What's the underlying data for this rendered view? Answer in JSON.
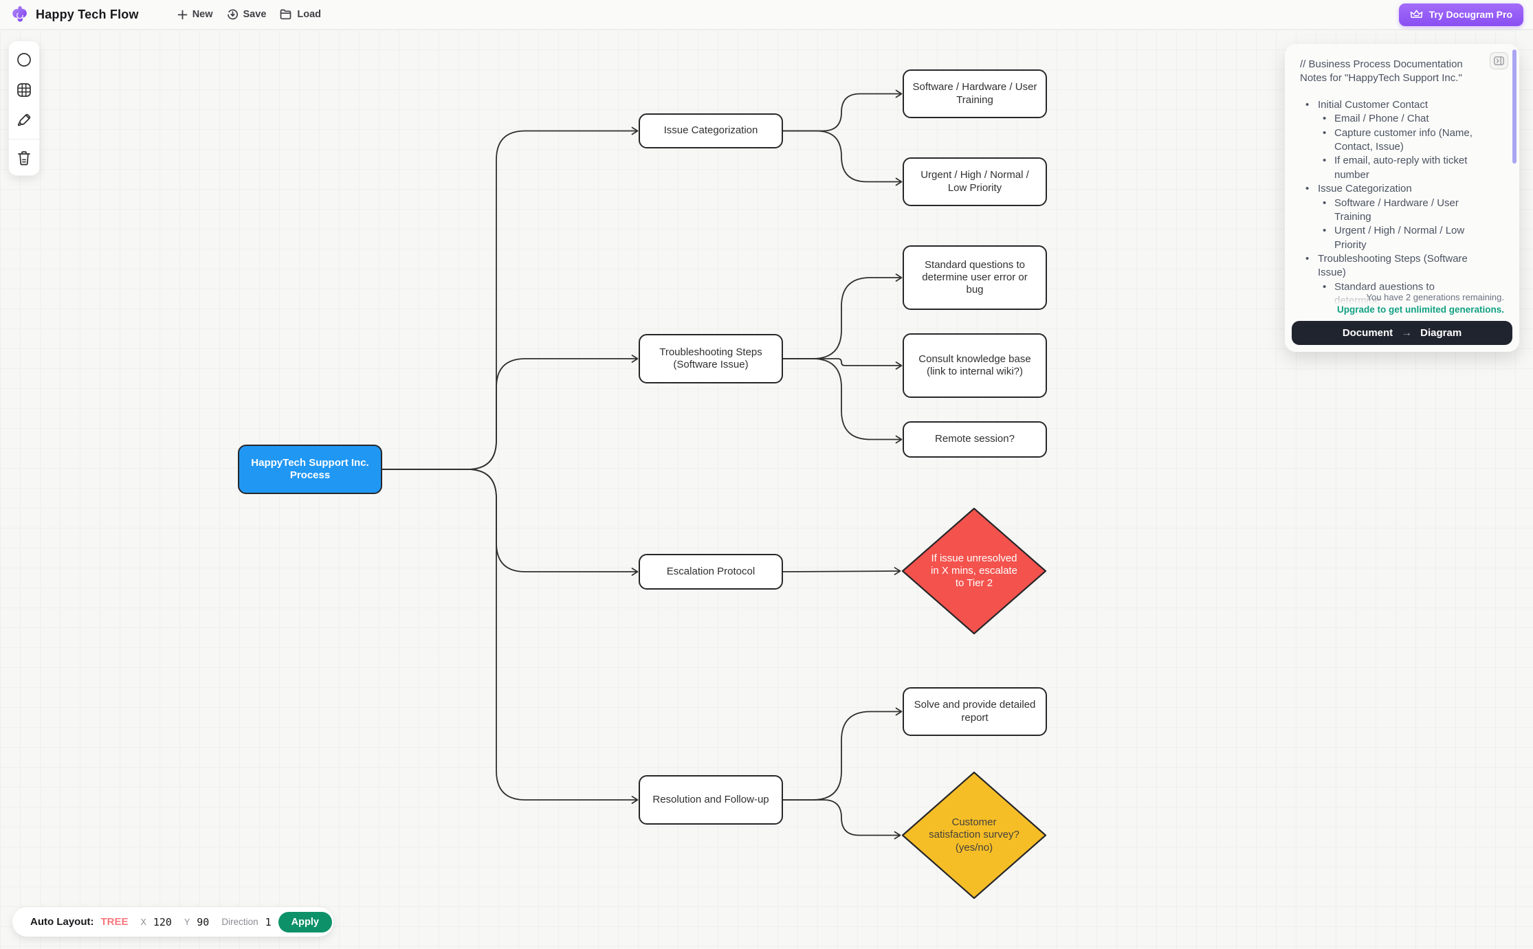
{
  "colors": {
    "accent_purple": "#8A4EF2",
    "node_blue": "#2097F3",
    "node_red": "#F4524D",
    "node_yellow": "#F6BE26",
    "node_border": "#27272a",
    "edge": "#2f2f2f",
    "apply_green": "#0D9168",
    "upgrade_green": "#12A182",
    "tree_pink": "#F9777F",
    "scrollbar_purple": "#ABA5F1"
  },
  "header": {
    "title": "Happy Tech Flow",
    "buttons": [
      {
        "label": "New",
        "icon": "plus-icon"
      },
      {
        "label": "Save",
        "icon": "save-icon"
      },
      {
        "label": "Load",
        "icon": "folder-icon"
      }
    ],
    "pro_button": {
      "label": "Try Docugram Pro",
      "icon": "crown-icon"
    }
  },
  "toolbar": {
    "tools": [
      {
        "name": "circle-tool",
        "icon": "circle-icon"
      },
      {
        "name": "grid-tool",
        "icon": "grid-icon"
      },
      {
        "name": "brush-tool",
        "icon": "brush-icon"
      },
      {
        "name": "delete-tool",
        "icon": "trash-icon"
      }
    ]
  },
  "flow": {
    "nodes": [
      {
        "id": "root",
        "label": "HappyTech Support Inc. Process",
        "shape": "rect",
        "fill": "#2097F3",
        "text": "#ffffff",
        "bold": true
      },
      {
        "id": "issue",
        "label": "Issue Categorization",
        "shape": "rect",
        "fill": "#ffffff",
        "text": "#303030"
      },
      {
        "id": "software",
        "label": "Software / Hardware / User Training",
        "shape": "rect",
        "fill": "#ffffff",
        "text": "#303030"
      },
      {
        "id": "urgent",
        "label": "Urgent / High / Normal / Low Priority",
        "shape": "rect",
        "fill": "#ffffff",
        "text": "#303030"
      },
      {
        "id": "troub",
        "label": "Troubleshooting Steps (Software Issue)",
        "shape": "rect",
        "fill": "#ffffff",
        "text": "#303030"
      },
      {
        "id": "standard",
        "label": "Standard questions to determine user error or bug",
        "shape": "rect",
        "fill": "#ffffff",
        "text": "#303030"
      },
      {
        "id": "consult",
        "label": "Consult knowledge base (link to internal wiki?)",
        "shape": "rect",
        "fill": "#ffffff",
        "text": "#303030"
      },
      {
        "id": "remote",
        "label": "Remote session?",
        "shape": "rect",
        "fill": "#ffffff",
        "text": "#303030"
      },
      {
        "id": "esc",
        "label": "Escalation Protocol",
        "shape": "rect",
        "fill": "#ffffff",
        "text": "#303030"
      },
      {
        "id": "escdia",
        "label": "If issue unresolved in X mins, escalate to Tier 2",
        "shape": "diamond",
        "fill": "#F4524D",
        "text": "#ffffff"
      },
      {
        "id": "res",
        "label": "Resolution and Follow-up",
        "shape": "rect",
        "fill": "#ffffff",
        "text": "#303030"
      },
      {
        "id": "solve",
        "label": "Solve and provide detailed report",
        "shape": "rect",
        "fill": "#ffffff",
        "text": "#303030"
      },
      {
        "id": "survey",
        "label": "Customer satisfaction survey? (yes/no)",
        "shape": "diamond",
        "fill": "#F6BE26",
        "text": "#44403c"
      }
    ],
    "edges": [
      {
        "from": "root",
        "to": "issue",
        "trunk": "root"
      },
      {
        "from": "root",
        "to": "troub",
        "trunk": "root"
      },
      {
        "from": "root",
        "to": "esc",
        "trunk": "root"
      },
      {
        "from": "root",
        "to": "res",
        "trunk": "root"
      },
      {
        "from": "issue",
        "to": "software",
        "trunk": "branch"
      },
      {
        "from": "issue",
        "to": "urgent",
        "trunk": "branch"
      },
      {
        "from": "troub",
        "to": "standard",
        "trunk": "branch"
      },
      {
        "from": "troub",
        "to": "consult",
        "trunk": "branch"
      },
      {
        "from": "troub",
        "to": "remote",
        "trunk": "branch"
      },
      {
        "from": "esc",
        "to": "escdia",
        "trunk": "branch"
      },
      {
        "from": "res",
        "to": "solve",
        "trunk": "branch"
      },
      {
        "from": "res",
        "to": "survey",
        "trunk": "branch"
      }
    ]
  },
  "panel": {
    "bullet_char": "•",
    "document_lines": [
      {
        "type": "para",
        "text": "// Business Process Documentation Notes for \"HappyTech Support Inc.\""
      },
      {
        "type": "gap"
      },
      {
        "type": "bullet",
        "level": 1,
        "text": "Initial Customer Contact"
      },
      {
        "type": "bullet",
        "level": 2,
        "text": "Email / Phone / Chat"
      },
      {
        "type": "bullet",
        "level": 2,
        "text": "Capture customer info (Name, Contact, Issue)"
      },
      {
        "type": "bullet",
        "level": 2,
        "text": "If email, auto-reply with ticket number"
      },
      {
        "type": "bullet",
        "level": 1,
        "text": "Issue Categorization"
      },
      {
        "type": "bullet",
        "level": 2,
        "text": "Software / Hardware / User Training"
      },
      {
        "type": "bullet",
        "level": 2,
        "text": "Urgent / High / Normal / Low Priority"
      },
      {
        "type": "bullet",
        "level": 1,
        "text": "Troubleshooting Steps (Software Issue)"
      },
      {
        "type": "bullet",
        "level": 2,
        "text": "Standard auestions to determine"
      }
    ],
    "footer": {
      "remaining": "You have 2 generations remaining.",
      "upgrade": "Upgrade to get unlimited generations.",
      "button_left": "Document",
      "button_arrow": "→",
      "button_right": "Diagram"
    }
  },
  "layout_bar": {
    "label": "Auto Layout:",
    "mode": "TREE",
    "x_label": "X",
    "x_value": "120",
    "y_label": "Y",
    "y_value": "90",
    "direction_label": "Direction",
    "direction_value": "1",
    "apply_label": "Apply"
  }
}
